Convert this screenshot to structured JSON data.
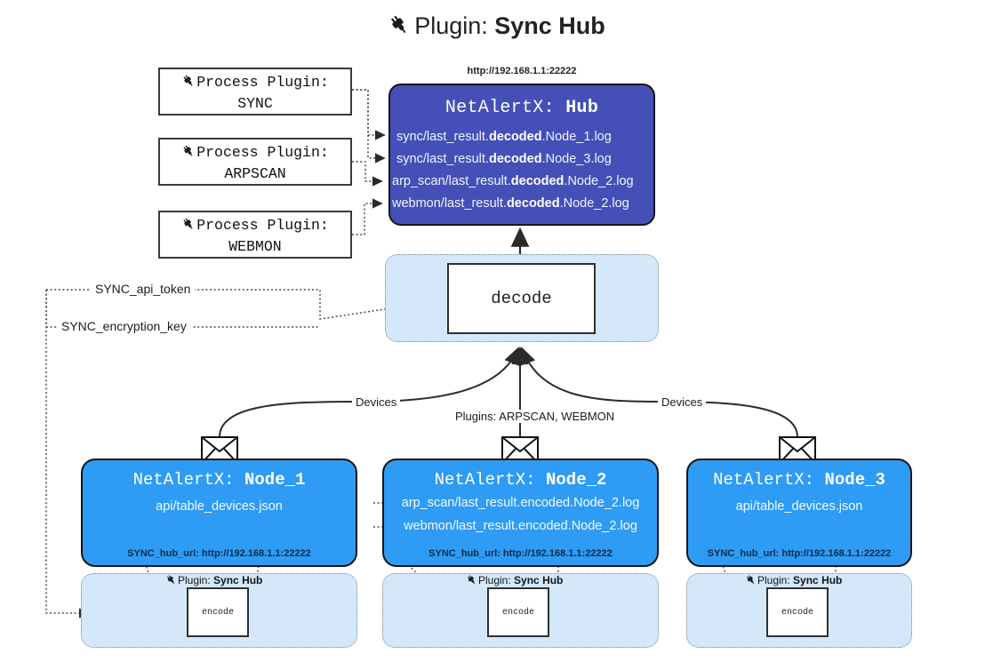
{
  "page": {
    "title_prefix": "Plugin:",
    "title_name": "Sync Hub",
    "plug_icon": "plug-icon"
  },
  "process_plugins": [
    {
      "line1": "Process Plugin:",
      "line2": "SYNC"
    },
    {
      "line1": "Process Plugin:",
      "line2": "ARPSCAN"
    },
    {
      "line1": "Process Plugin:",
      "line2": "WEBMON"
    }
  ],
  "hub": {
    "url": "http://192.168.1.1:22222",
    "title_prefix": "NetAlertX:",
    "title_name": "Hub",
    "lines": [
      {
        "pre": "sync/last_result.",
        "bold": "decoded",
        "post": ".Node_1.log"
      },
      {
        "pre": "sync/last_result.",
        "bold": "decoded",
        "post": ".Node_3.log"
      },
      {
        "pre": "arp_scan/last_result.",
        "bold": "decoded",
        "post": ".Node_2.log"
      },
      {
        "pre": "webmon/last_result.",
        "bold": "decoded",
        "post": ".Node_2.log"
      }
    ]
  },
  "decode": {
    "label": "decode"
  },
  "tokens": [
    {
      "label": "SYNC_api_token"
    },
    {
      "label": "SYNC_encryption_key"
    }
  ],
  "edge_labels": {
    "devices_left": "Devices",
    "devices_right": "Devices",
    "plugins_center": "Plugins: ARPSCAN, WEBMON"
  },
  "nodes": [
    {
      "title_prefix": "NetAlertX:",
      "title_name": "Node_1",
      "lines": [
        "api/table_devices.json"
      ],
      "hub_url": "SYNC_hub_url: http://192.168.1.1:22222"
    },
    {
      "title_prefix": "NetAlertX:",
      "title_name": "Node_2",
      "lines": [
        "arp_scan/last_result.encoded.Node_2.log",
        "webmon/last_result.encoded.Node_2.log"
      ],
      "hub_url": "SYNC_hub_url: http://192.168.1.1:22222"
    },
    {
      "title_prefix": "NetAlertX:",
      "title_name": "Node_3",
      "lines": [
        "api/table_devices.json"
      ],
      "hub_url": "SYNC_hub_url: http://192.168.1.1:22222"
    }
  ],
  "encoders": [
    {
      "label_prefix": "Plugin:",
      "label_name": "Sync Hub",
      "box": "encode"
    },
    {
      "label_prefix": "Plugin:",
      "label_name": "Sync Hub",
      "box": "encode"
    },
    {
      "label_prefix": "Plugin:",
      "label_name": "Sync Hub",
      "box": "encode"
    }
  ],
  "colors": {
    "hub_fill": "#4450b8",
    "node_fill": "#2e9bf5",
    "container_fill": "#d4e8fa",
    "stroke": "#161616"
  }
}
